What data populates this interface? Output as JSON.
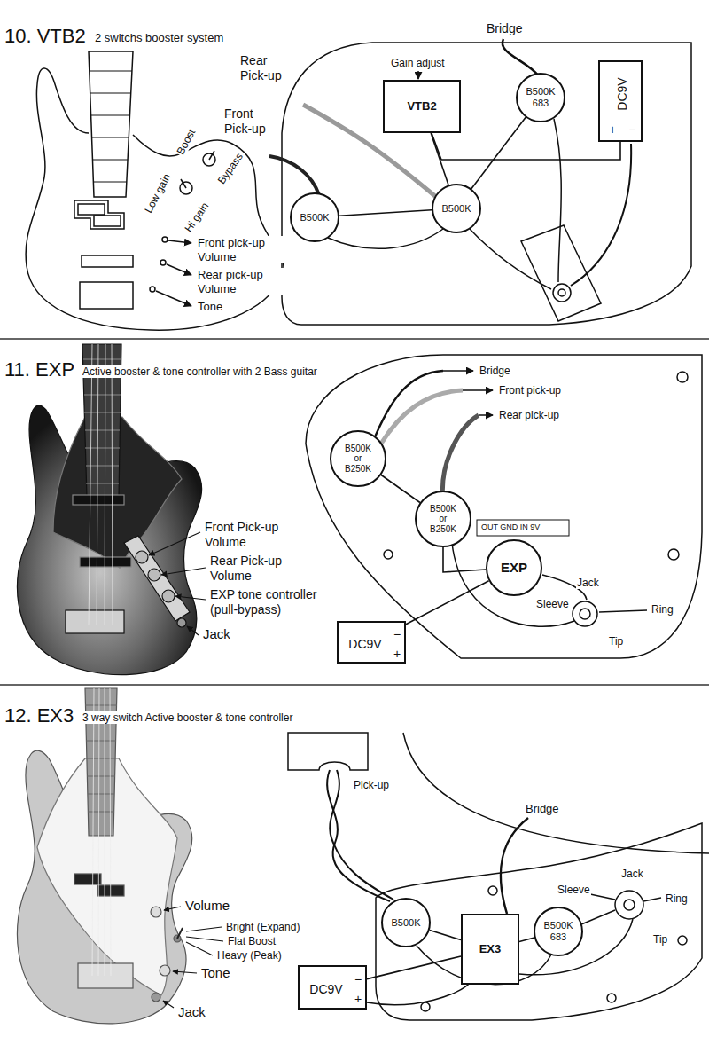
{
  "diagram": {
    "nodes": [
      {
        "text": [
          "VTB2"
        ]
      },
      {
        "text": [
          "B500K"
        ]
      },
      {
        "text": [
          "B500K"
        ]
      },
      {
        "text": [
          "B500K",
          "683"
        ]
      },
      {
        "text": [
          "DC9V",
          "+",
          "−"
        ]
      },
      {
        "text": [
          "B500K or B250K"
        ]
      },
      {
        "text": [
          "B500K or B250K"
        ]
      },
      {
        "text": [
          "EXP"
        ]
      },
      {
        "text": [
          "DC9V",
          "−",
          "+"
        ]
      },
      {
        "text": [
          "B500K"
        ]
      },
      {
        "text": [
          "B500K",
          "683"
        ]
      },
      {
        "text": [
          "EX3"
        ]
      },
      {
        "text": [
          "DC9V",
          "−",
          "+"
        ]
      }
    ],
    "edges": [
      {
        "from": 4,
        "to": 0,
        "arrow": "none"
      },
      {
        "from": 0,
        "to": 2,
        "arrow": "none"
      },
      {
        "from": 1,
        "to": 2,
        "arrow": "none"
      },
      {
        "from": 2,
        "to": 3,
        "arrow": "none"
      },
      {
        "from": 8,
        "to": 7,
        "arrow": "none"
      },
      {
        "from": 5,
        "to": 6,
        "arrow": "none"
      },
      {
        "from": 6,
        "to": 7,
        "arrow": "none"
      },
      {
        "from": 12,
        "to": 11,
        "arrow": "none"
      },
      {
        "from": 9,
        "to": 11,
        "arrow": "none"
      },
      {
        "from": 11,
        "to": 10,
        "arrow": "none"
      }
    ],
    "labels": [
      "10. VTB2",
      "2 switchs booster system",
      "Boost",
      "Bypass",
      "Low gain",
      "Hi gain",
      "Front pick-up Volume",
      "Rear pick-up Volume",
      "Tone",
      "Rear Pick-up",
      "Front Pick-up",
      "Gain adjust",
      "Bridge",
      "11. EXP",
      "Active booster & tone controller with 2 Bass guitar",
      "Front Pick-up Volume",
      "Rear Pick-up Volume",
      "EXP tone controller (pull-bypass)",
      "Jack",
      "Bridge",
      "Front pick-up",
      "Rear pick-up",
      "OUT GND IN 9V",
      "Jack",
      "Sleeve",
      "Ring",
      "Tip",
      "12. EX3",
      "3 way switch Active booster & tone controller",
      "Volume",
      "Bright (Expand)",
      "Flat Boost",
      "Heavy (Peak)",
      "Tone",
      "Jack",
      "Pick-up",
      "Bridge",
      "Jack",
      "Sleeve",
      "Ring",
      "Tip"
    ]
  }
}
